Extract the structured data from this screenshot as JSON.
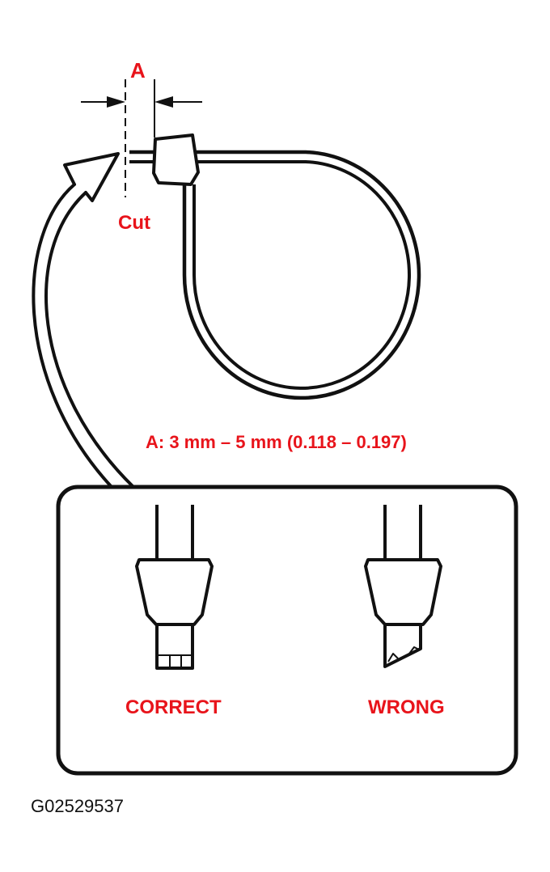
{
  "labels": {
    "dimension_letter": "A",
    "cut": "Cut",
    "spec": "A: 3 mm – 5 mm (0.118 – 0.197)",
    "correct": "CORRECT",
    "wrong": "WRONG",
    "figure_id": "G02529537"
  },
  "colors": {
    "label_red": "#e8141b",
    "line": "#111111",
    "background": "#ffffff"
  }
}
